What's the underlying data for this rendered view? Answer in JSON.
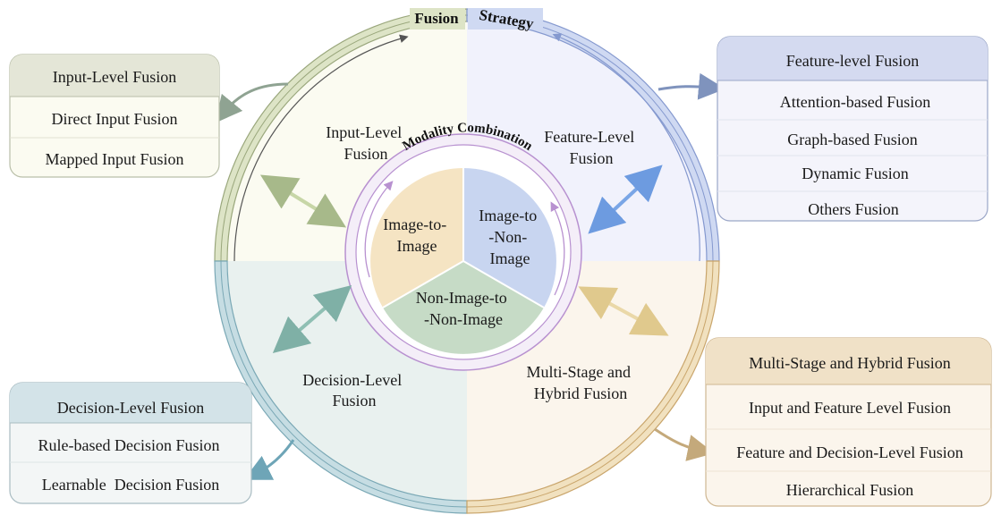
{
  "ring": {
    "title_left": "Fusion",
    "title_right": "Strategy",
    "inner_title": "Modality Combination"
  },
  "sectors": {
    "input": [
      "Input-Level",
      "Fusion"
    ],
    "feature": [
      "Feature-Level",
      "Fusion"
    ],
    "decision": [
      "Decision-Level",
      "Fusion"
    ],
    "hybrid": [
      "Multi-Stage and",
      "Hybrid Fusion"
    ]
  },
  "inner": {
    "image_to_image": [
      "Image-to-",
      "Image"
    ],
    "image_to_nonimage": [
      "Image-to",
      "-Non-",
      "Image"
    ],
    "nonimage_to_nonimage": [
      "Non-Image-to",
      "-Non-Image"
    ]
  },
  "boxes": {
    "input": {
      "title": "Input-Level Fusion",
      "items": [
        "Direct Input Fusion",
        "Mapped Input Fusion"
      ]
    },
    "feature": {
      "title": "Feature-level Fusion",
      "items": [
        "Attention-based Fusion",
        "Graph-based Fusion",
        "Dynamic Fusion",
        "Others Fusion"
      ]
    },
    "decision": {
      "title": "Decision-Level Fusion",
      "items": [
        "Rule-based Decision Fusion",
        "Learnable  Decision Fusion"
      ]
    },
    "hybrid": {
      "title": "Multi-Stage and Hybrid Fusion",
      "items": [
        "Input and Feature Level Fusion",
        "Feature and Decision-Level Fusion",
        "Hierarchical Fusion"
      ]
    }
  },
  "colors": {
    "green": "#d8dfc4",
    "green_dark": "#8e9c73",
    "blue": "#c9d3ef",
    "blue_dark": "#8599cf",
    "teal": "#c2d9e0",
    "teal_dark": "#7aa8b5",
    "tan": "#efdcba",
    "tan_dark": "#c9a56b",
    "purple": "#b891d0"
  }
}
